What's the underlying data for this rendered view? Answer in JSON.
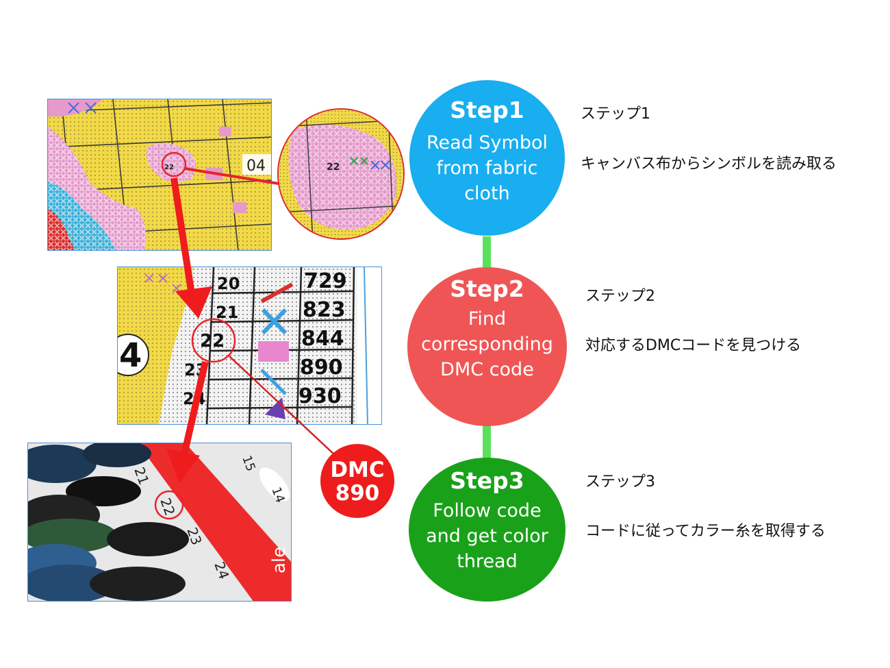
{
  "steps": [
    {
      "title": "Step1",
      "desc": [
        "Read Symbol",
        "from fabric",
        "cloth"
      ],
      "color": "#18aef0",
      "jp_title": "ステップ1",
      "jp_desc": "キャンバス布からシンボルを読み取る"
    },
    {
      "title": "Step2",
      "desc": [
        "Find",
        "corresponding",
        "DMC code"
      ],
      "color": "#f05555",
      "jp_title": "ステップ2",
      "jp_desc": "対応するDMCコードを見つける"
    },
    {
      "title": "Step3",
      "desc": [
        "Follow code",
        "and get color",
        "thread"
      ],
      "color": "#1aa11a",
      "jp_title": "ステップ3",
      "jp_desc": "コードに従ってカラー糸を取得する"
    }
  ],
  "connector_color": "#5be05b",
  "badge": {
    "line1": "DMC",
    "line2": "890",
    "color": "#ee1c1c"
  },
  "photo1": {
    "grid_label": "04",
    "symbol": "22"
  },
  "photo2": {
    "rows": [
      {
        "symbol": "20",
        "code": "729"
      },
      {
        "symbol": "21",
        "code": "823"
      },
      {
        "symbol": "22",
        "code": "844"
      },
      {
        "symbol": "23",
        "code": "890"
      },
      {
        "symbol": "24",
        "code": "930"
      }
    ],
    "side_number": "4"
  },
  "photo3": {
    "card_numbers": [
      "21",
      "22",
      "23",
      "24",
      "15",
      "14"
    ],
    "card_text": "ale"
  }
}
